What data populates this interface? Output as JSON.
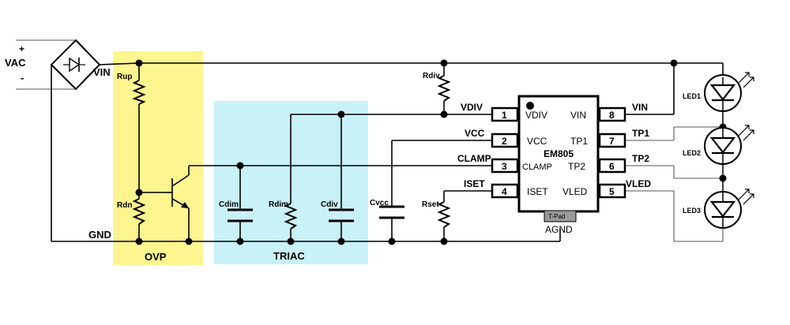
{
  "source": {
    "plus": "+",
    "label": "VAC",
    "minus": "-",
    "vin_label": "VIN",
    "gnd_label": "GND"
  },
  "regions": {
    "ovp": {
      "label": "OVP",
      "color": "#fdf58f"
    },
    "triac": {
      "label": "TRIAC",
      "color": "#c9f1f8"
    }
  },
  "components": {
    "rup": "Rup",
    "rdn": "Rdn",
    "cdim": "Cdim",
    "rdim": "Rdim",
    "cdiv": "Cdiv",
    "cvcc": "Cvcc",
    "rset": "Rset",
    "rdiv": "Rdiv"
  },
  "chip": {
    "name": "EM805",
    "pad": "T-Pad",
    "agnd": "AGND",
    "left_pins": [
      {
        "num": "1",
        "name": "VDIV",
        "net": "VDIV"
      },
      {
        "num": "2",
        "name": "VCC",
        "net": "VCC"
      },
      {
        "num": "3",
        "name": "CLAMP",
        "net": "CLAMP"
      },
      {
        "num": "4",
        "name": "ISET",
        "net": "ISET"
      }
    ],
    "right_pins": [
      {
        "num": "8",
        "name": "VIN",
        "net": "VIN"
      },
      {
        "num": "7",
        "name": "TP1",
        "net": "TP1"
      },
      {
        "num": "6",
        "name": "TP2",
        "net": "TP2"
      },
      {
        "num": "5",
        "name": "VLED",
        "net": "VLED"
      }
    ]
  },
  "leds": [
    "LED1",
    "LED2",
    "LED3"
  ],
  "colors": {
    "wire": "#000000",
    "pad": "#999999"
  }
}
